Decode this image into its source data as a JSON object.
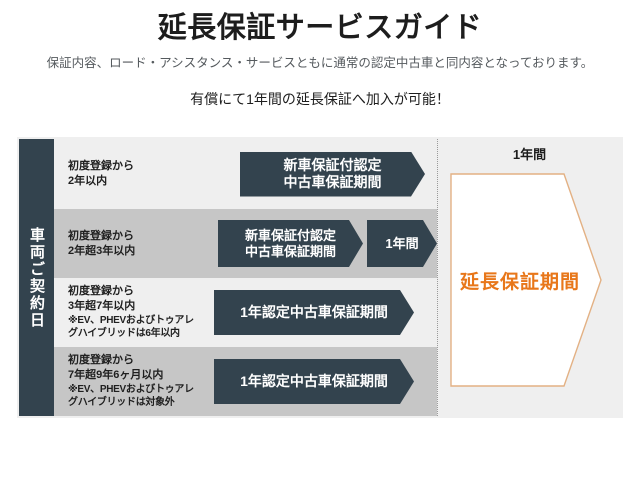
{
  "header": {
    "title": "延長保証サービスガイド",
    "subtitle": "保証内容、ロード・アシスタンス・サービスともに通常の認定中古車と同内容となっております。",
    "tagline": "有償にて1年間の延長保証へ加入が可能！"
  },
  "diagram": {
    "axis_label": "車両ご契約日",
    "divider_note": "dotted-vertical-divider",
    "rows": [
      {
        "id": "row-1",
        "shade": "light",
        "label_lines": [
          "初度登録から",
          "2年以内"
        ],
        "bars": [
          {
            "id": "bar-1a",
            "lines": [
              "新車保証付認定",
              "中古車保証期間"
            ]
          }
        ]
      },
      {
        "id": "row-2",
        "shade": "dark",
        "label_lines": [
          "初度登録から",
          "2年超3年以内"
        ],
        "bars": [
          {
            "id": "bar-2a",
            "lines": [
              "新車保証付認定",
              "中古車保証期間"
            ]
          },
          {
            "id": "bar-2b",
            "lines": [
              "1年間"
            ]
          }
        ]
      },
      {
        "id": "row-3",
        "shade": "light",
        "label_lines": [
          "初度登録から",
          "3年超7年以内",
          "※EV、PHEVおよびトゥアレ",
          "グハイブリッドは6年以内"
        ],
        "bars": [
          {
            "id": "bar-3a",
            "lines": [
              "1年認定中古車保証期間"
            ]
          }
        ]
      },
      {
        "id": "row-4",
        "shade": "dark",
        "label_lines": [
          "初度登録から",
          "7年超9年6ヶ月以内",
          "※EV、PHEVおよびトゥアレ",
          "グハイブリッドは対象外"
        ],
        "bars": [
          {
            "id": "bar-4a",
            "lines": [
              "1年認定中古車保証期間"
            ]
          }
        ]
      }
    ],
    "right_panel": {
      "span_label": "1年間",
      "extension_label": "延長保証期間"
    }
  },
  "colors": {
    "navy": "#33434e",
    "orange": "#e8771a",
    "orange_border": "#e3b184",
    "row_light": "#efefef",
    "row_dark": "#c6c6c6",
    "page_bg": "#ffffff"
  }
}
